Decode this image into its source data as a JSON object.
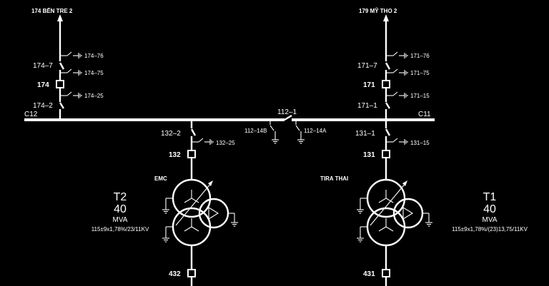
{
  "feeders": {
    "left": "174 BẾN TRE 2",
    "right": "179 MỸ THO 2"
  },
  "switches": {
    "s174_7": "174–7",
    "s174_76": "174–76",
    "s174_75": "174–75",
    "s174": "174",
    "s174_25": "174–25",
    "s174_2": "174–2",
    "s171_7": "171–7",
    "s171_76": "171–76",
    "s171_75": "171–75",
    "s171": "171",
    "s171_15": "171–15",
    "s171_1": "171–1",
    "s112_1": "112–1",
    "s112_14b": "112–14B",
    "s112_14a": "112–14A",
    "s132_2": "132–2",
    "s132_25": "132–25",
    "s132": "132",
    "s131_1": "131–1",
    "s131_15": "131–15",
    "s131": "131",
    "s432": "432",
    "s431": "431"
  },
  "buses": {
    "left": "C12",
    "right": "C11"
  },
  "transformers": {
    "t2": {
      "name": "T2",
      "rating": "40",
      "unit": "MVA",
      "spec": "115±9x1,78%/23/11KV",
      "tag": "EMC"
    },
    "t1": {
      "name": "T1",
      "rating": "40",
      "unit": "MVA",
      "spec": "115±9x1,78%/(23)13,75/11KV",
      "tag": "TIRA THAI"
    }
  }
}
